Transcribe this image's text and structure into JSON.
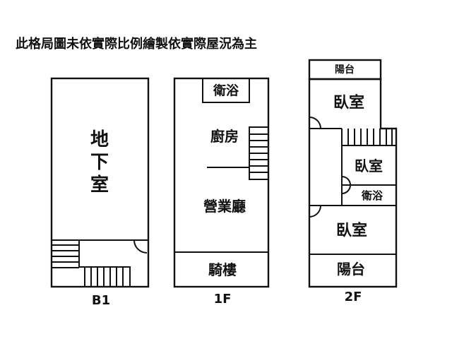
{
  "note": "此格局圖未依實際比例繪製依實際屋況為主",
  "b1": {
    "floor_label": "B1",
    "rooms": {
      "basement": [
        "地",
        "下",
        "室"
      ]
    }
  },
  "f1": {
    "floor_label": "1F",
    "rooms": {
      "bathroom": "衛浴",
      "kitchen": "廚房",
      "business_hall": "營業廳",
      "arcade": "騎樓"
    }
  },
  "f2": {
    "floor_label": "2F",
    "rooms": {
      "balcony_top": "陽台",
      "bedroom_top": "臥室",
      "bedroom_middle": "臥室",
      "bathroom": "衛浴",
      "bedroom_bottom": "臥室",
      "balcony_bottom": "陽台"
    }
  }
}
